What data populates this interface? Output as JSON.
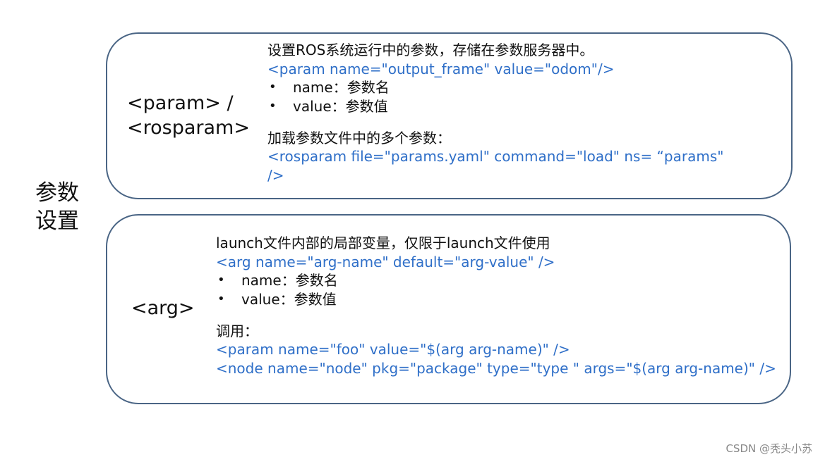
{
  "side_title": {
    "line1": "参数",
    "line2": "设置"
  },
  "panels": [
    {
      "tag_lines": [
        "<param> /",
        "<rosparam>"
      ],
      "lines": [
        {
          "text": "设置ROS系统运行中的参数，存储在参数服务器中。",
          "kind": "text"
        },
        {
          "text": "<param name=\"output_frame\" value=\"odom\"/>",
          "kind": "code"
        },
        {
          "text": "name：参数名",
          "kind": "bullet"
        },
        {
          "text": "value：参数值",
          "kind": "bullet"
        },
        {
          "text": "",
          "kind": "gap"
        },
        {
          "text": "加载参数文件中的多个参数：",
          "kind": "text"
        },
        {
          "text": "<rosparam file=\"params.yaml\" command=\"load\" ns= “params\"",
          "kind": "code"
        },
        {
          "text": "/>",
          "kind": "code"
        }
      ]
    },
    {
      "tag_lines": [
        "<arg>"
      ],
      "lines": [
        {
          "text": "launch文件内部的局部变量，仅限于launch文件使用",
          "kind": "text"
        },
        {
          "text": "<arg name=\"arg-name\"  default=\"arg-value\" />",
          "kind": "code"
        },
        {
          "text": "name：参数名",
          "kind": "bullet"
        },
        {
          "text": "value：参数值",
          "kind": "bullet"
        },
        {
          "text": "",
          "kind": "gap"
        },
        {
          "text": "调用：",
          "kind": "text"
        },
        {
          "text": "<param name=\"foo\" value=\"$(arg arg-name)\" />",
          "kind": "code"
        },
        {
          "text": "<node name=\"node\" pkg=\"package\" type=\"type \" args=\"$(arg arg-name)\" />",
          "kind": "code"
        }
      ]
    }
  ],
  "bullet_symbol": "•",
  "watermark": "CSDN @秃头小苏",
  "colors": {
    "border": "#4a6585",
    "code": "#2f6fc8",
    "text": "#111111"
  }
}
